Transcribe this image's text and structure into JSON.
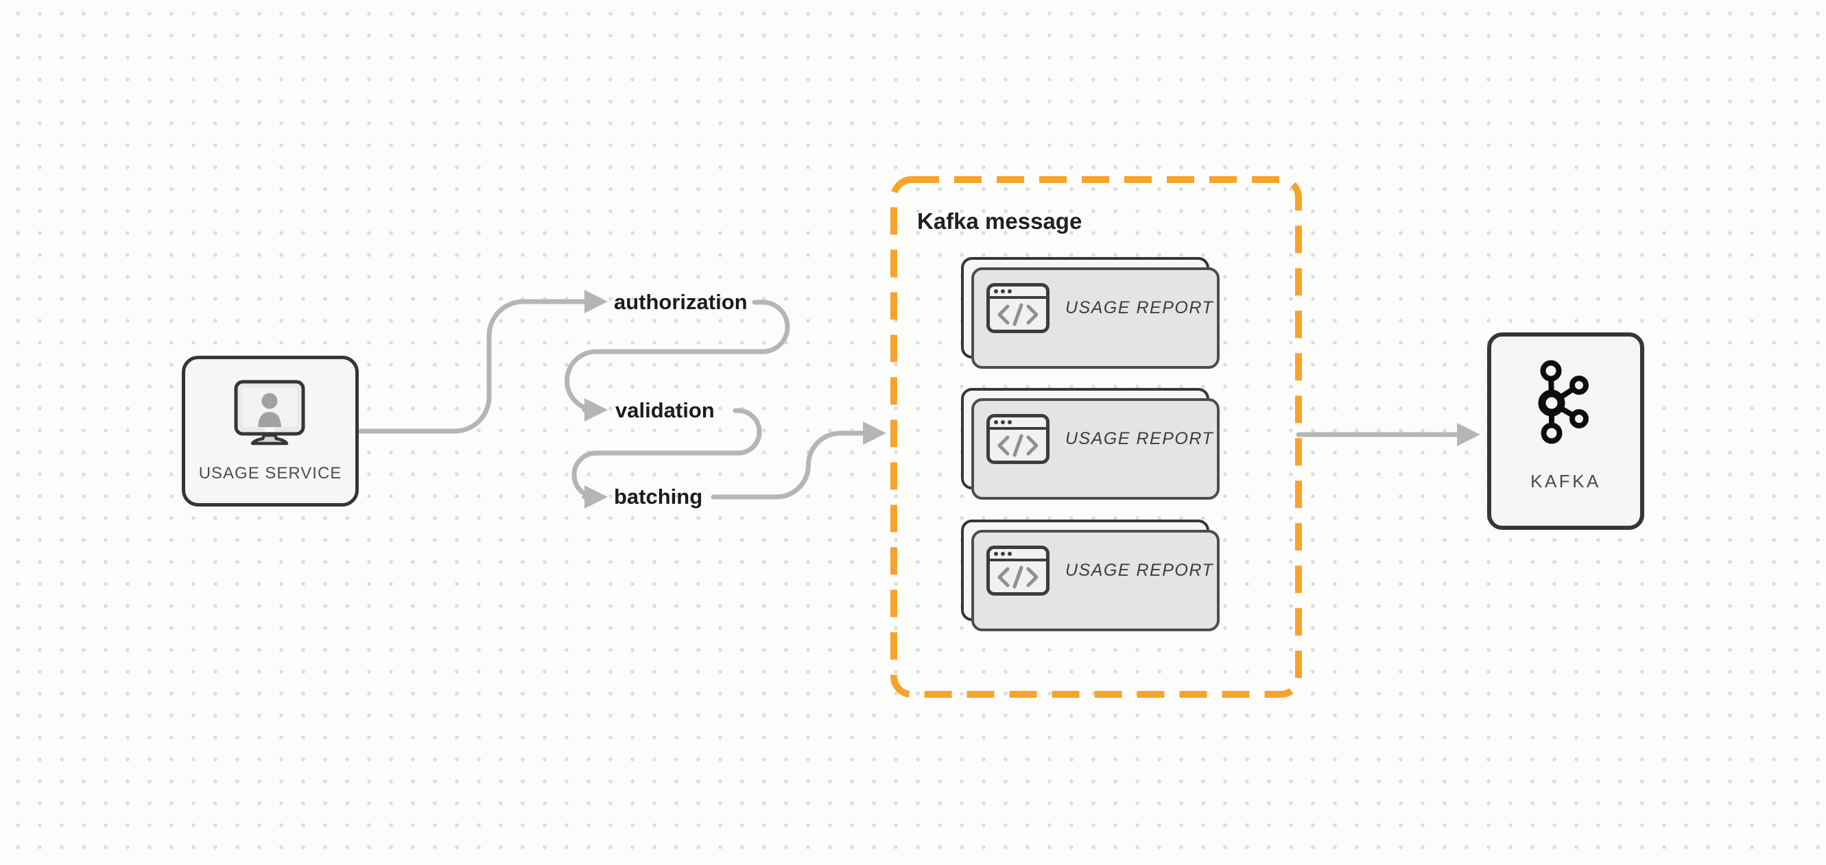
{
  "canvas": {
    "background": "#fcfcfb",
    "dot_color": "#dcdcda"
  },
  "colors": {
    "accent_orange": "#f7a32b",
    "wire_gray": "#b5b5b5",
    "node_border": "#33363a",
    "node_fill": "#f6f6f4"
  },
  "usage_service": {
    "label": "USAGE SERVICE",
    "icon": "monitor-user-icon"
  },
  "flow": {
    "steps": [
      {
        "label": "authorization"
      },
      {
        "label": "validation"
      },
      {
        "label": "batching"
      }
    ]
  },
  "kafka_message": {
    "title": "Kafka message",
    "cards": [
      {
        "label": "USAGE REPORT",
        "icon": "code-window-icon"
      },
      {
        "label": "USAGE REPORT",
        "icon": "code-window-icon"
      },
      {
        "label": "USAGE REPORT",
        "icon": "code-window-icon"
      }
    ]
  },
  "kafka": {
    "label": "KAFKA",
    "icon": "kafka-logo-icon"
  }
}
